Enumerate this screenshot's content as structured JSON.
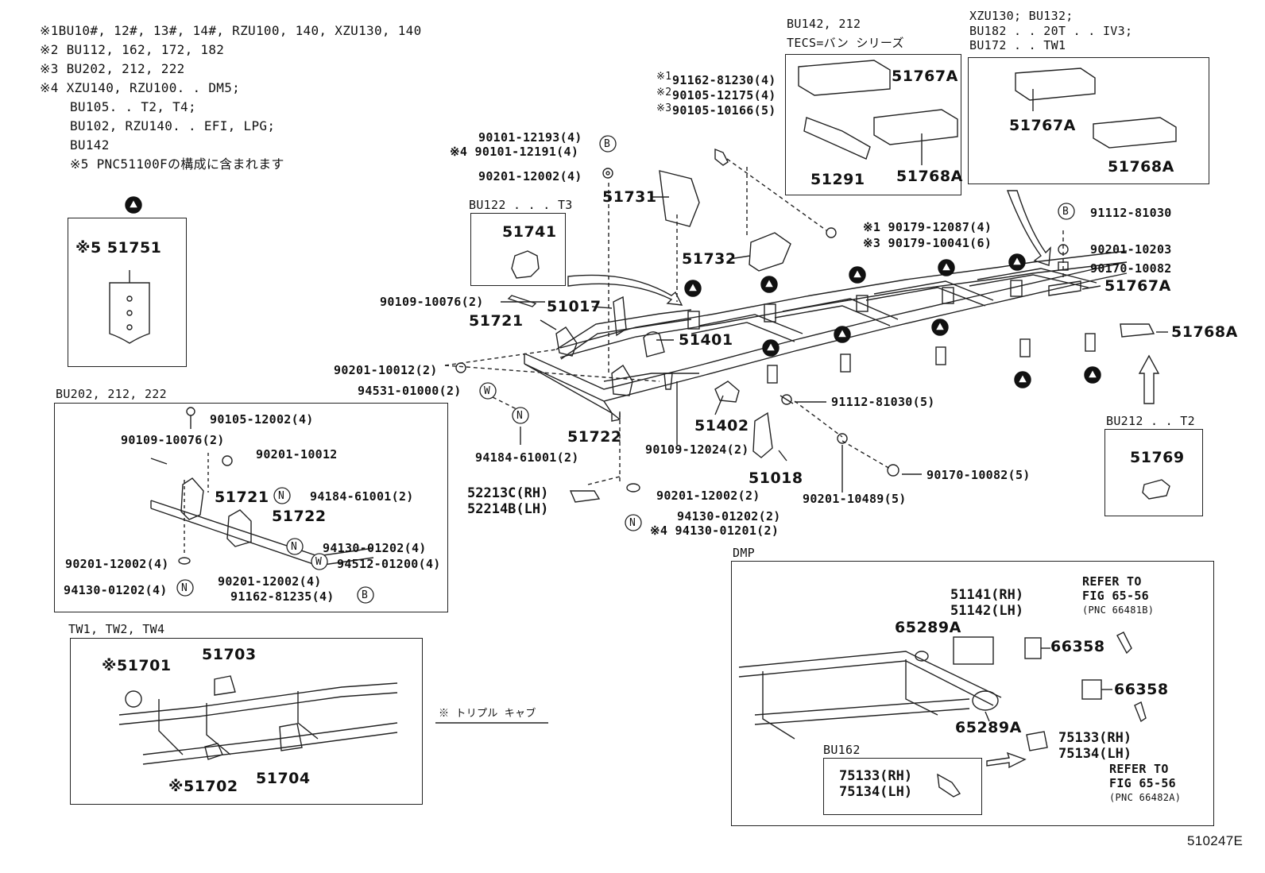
{
  "notes": [
    "※1BU10#, 12#, 13#, 14#, RZU100, 140, XZU130, 140",
    "※2 BU112, 162, 172, 182",
    "※3 BU202, 212, 222",
    "※4 XZU140, RZU100. . DM5;",
    "BU105. . T2, T4;",
    "BU102, RZU140. . EFI, LPG;",
    "BU142",
    "※5 PNC51100Fの構成に含まれます"
  ],
  "boxes": {
    "b5": {
      "label": "※5 51751"
    },
    "bu122": {
      "title": "BU122 . . . T3",
      "part": "51741"
    },
    "bu142": {
      "title1": "BU142, 212",
      "title2": "TECS=バン シリーズ",
      "p1": "51767A",
      "p2": "51291",
      "p3": "51768A"
    },
    "xzu": {
      "title1": "XZU130; BU132;",
      "title2": "BU182 . . 20T . . IV3;",
      "title3": "BU172 . . TW1",
      "p1": "51767A",
      "p2": "51768A"
    },
    "bu202": {
      "title": "BU202, 212, 222",
      "labels": [
        "90105-12002(4)",
        "90109-10076(2)",
        "90201-10012",
        "94184-61001(2)",
        "51721",
        "51722",
        "94130-01202(4)",
        "94512-01200(4)",
        "90201-12002(4)",
        "90201-12002(4)",
        "91162-81235(4)",
        "94130-01202(4)"
      ]
    },
    "tw": {
      "title": "TW1, TW2, TW4",
      "p1": "※51701",
      "p2": "51703",
      "p3": "※51702",
      "p4": "51704",
      "note": "※ トリプル キャブ"
    },
    "bu212": {
      "title": "BU212 . . T2",
      "part": "51769"
    },
    "dmp": {
      "title": "DMP",
      "p1": "51141(RH)",
      "p2": "51142(LH)",
      "p3": "65289A",
      "p4": "66358",
      "p5": "66358",
      "p6": "65289A",
      "p7": "75133(RH)",
      "p8": "75134(LH)",
      "ref1a": "REFER TO",
      "ref1b": "FIG 65-56",
      "ref1c": "(PNC 66481B)",
      "ref2a": "REFER TO",
      "ref2b": "FIG 65-56",
      "ref2c": "(PNC 66482A)"
    },
    "bu162": {
      "title": "BU162",
      "p1": "75133(RH)",
      "p2": "75134(LH)"
    }
  },
  "main": {
    "l01": "※1",
    "l01b": "91162-81230(4)",
    "l02": "※2",
    "l02b": "90105-12175(4)",
    "l03": "※3",
    "l03b": "90105-10166(5)",
    "l04": "90101-12193(4)",
    "l05": "※4 90101-12191(4)",
    "l06": "90201-12002(4)",
    "l07": "51731",
    "l08": "※1 90179-12087(4)",
    "l09": "※3 90179-10041(6)",
    "l10": "91112-81030",
    "l11": "90201-10203",
    "l12": "90170-10082",
    "l13": "51767A",
    "l14": "51768A",
    "l15": "51732",
    "l16": "90109-10076(2)",
    "l17": "51017",
    "l18": "51721",
    "l19": "51401",
    "l20": "90201-10012(2)",
    "l21": "94531-01000(2)",
    "l22": "94184-61001(2)",
    "l23": "51722",
    "l24": "90109-12024(2)",
    "l25": "51402",
    "l26": "91112-81030(5)",
    "l27": "51018",
    "l28": "90170-10082(5)",
    "l29": "90201-10489(5)",
    "l30": "52213C(RH)",
    "l31": "52214B(LH)",
    "l32": "90201-12002(2)",
    "l33": "94130-01202(2)",
    "l34": "※4 94130-01201(2)"
  },
  "figure_id": "510247E",
  "sym": {
    "B": "B",
    "N": "N",
    "W": "W"
  }
}
